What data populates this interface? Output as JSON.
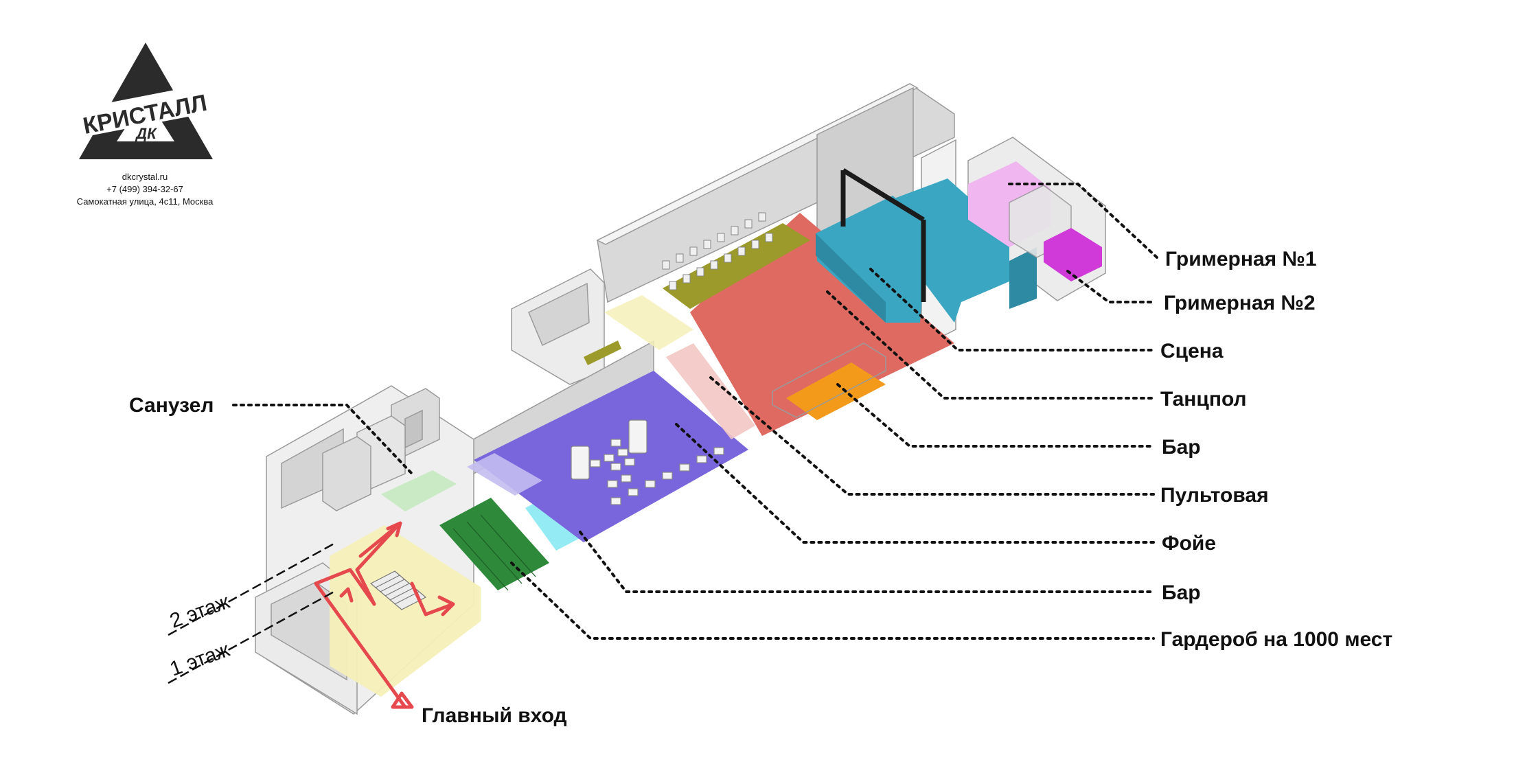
{
  "logo": {
    "name": "КРИСТАЛЛ",
    "sub": "ДК"
  },
  "contacts": {
    "site": "dkcrystal.ru",
    "phone": "+7 (499) 394-32-67",
    "address": "Самокатная улица, 4с11, Москва"
  },
  "labels": {
    "grimernaya1": "Гримерная №1",
    "grimernaya2": "Гримерная №2",
    "scena": "Сцена",
    "tancpol": "Танцпол",
    "bar_top": "Бар",
    "pultovaya": "Пультовая",
    "foye": "Фойе",
    "bar_bottom": "Бар",
    "garderob": "Гардероб на 1000 мест",
    "sanuzel": "Санузел",
    "vhod": "Главный вход"
  },
  "floors": {
    "second": "2 этаж",
    "first": "1 этаж"
  },
  "colors": {
    "stage": "#3aa6c2",
    "dancefloor": "#df6a62",
    "foyer": "#7a66dc",
    "bar": "#f39a1b",
    "cloakroom": "#2e8a3a",
    "dressing1": "#efb6ef",
    "dressing2": "#cf3ad8",
    "seating": "#9b9a2a",
    "lobby": "#f6f0b8",
    "bar_small": "#8feaf3",
    "route": "#e5484d"
  }
}
